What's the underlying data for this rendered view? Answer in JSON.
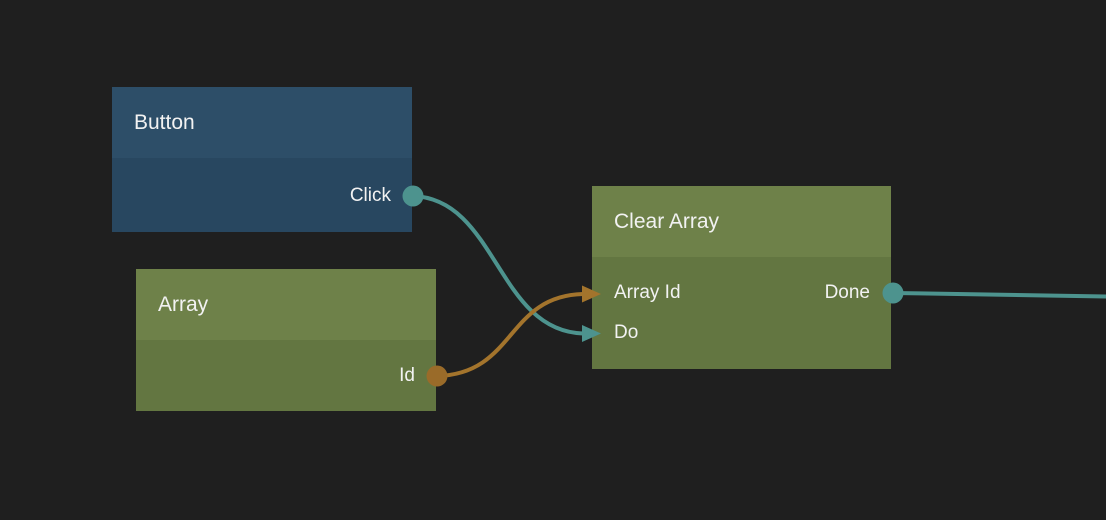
{
  "editor": {
    "background_color": "#1f1f1f",
    "text_color": "#f2f2f2"
  },
  "colors": {
    "exec_wire": "#4d938e",
    "data_wire": "#a3742c",
    "data_port": "#9a6b29",
    "blue_node_header": "#2d4e68",
    "blue_node_body": "#284760",
    "green_node_header": "#6e8149",
    "green_node_body": "#637641"
  },
  "nodes": [
    {
      "id": "button",
      "title": "Button",
      "inputs": [],
      "outputs": [
        {
          "label": "Click",
          "type": "exec",
          "shape": "circle"
        }
      ]
    },
    {
      "id": "array",
      "title": "Array",
      "inputs": [],
      "outputs": [
        {
          "label": "Id",
          "type": "data",
          "shape": "circle"
        }
      ]
    },
    {
      "id": "clear-array",
      "title": "Clear Array",
      "inputs": [
        {
          "label": "Array Id",
          "type": "data",
          "shape": "arrow"
        },
        {
          "label": "Do",
          "type": "exec",
          "shape": "arrow"
        }
      ],
      "outputs": [
        {
          "label": "Done",
          "type": "exec",
          "shape": "circle"
        }
      ]
    }
  ],
  "connections": [
    {
      "from": "Button.Click",
      "to": "Clear Array.Do",
      "type": "exec"
    },
    {
      "from": "Array.Id",
      "to": "Clear Array.Array Id",
      "type": "data"
    },
    {
      "from": "Clear Array.Done",
      "to": "offscreen-right",
      "type": "exec"
    }
  ]
}
